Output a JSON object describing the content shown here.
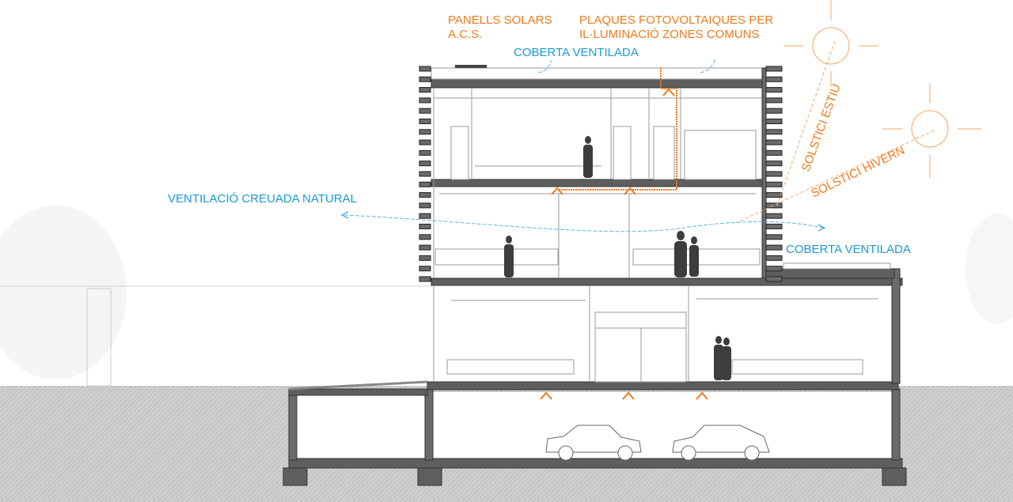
{
  "labels": {
    "solar_panels": [
      "PANELLS SOLARS",
      "A.C.S."
    ],
    "photovoltaic": [
      "PLAQUES FOTOVOLTAIQUES PER",
      "IL·LUMINACIÓ ZONES COMUNS"
    ],
    "ventilated_roof_top": "COBERTA VENTILADA",
    "ventilated_roof_side": "COBERTA VENTILADA",
    "cross_ventilation": "VENTILACIÓ CREUADA NATURAL",
    "summer_solstice": "SOLSTICI ESTIU",
    "winter_solstice": "SOLSTICI HIVERN"
  },
  "colors": {
    "orange": "#f07a1a",
    "blue": "#1a9ad6",
    "structure": "#5e5e5e",
    "ground": "#cfcfcf"
  }
}
